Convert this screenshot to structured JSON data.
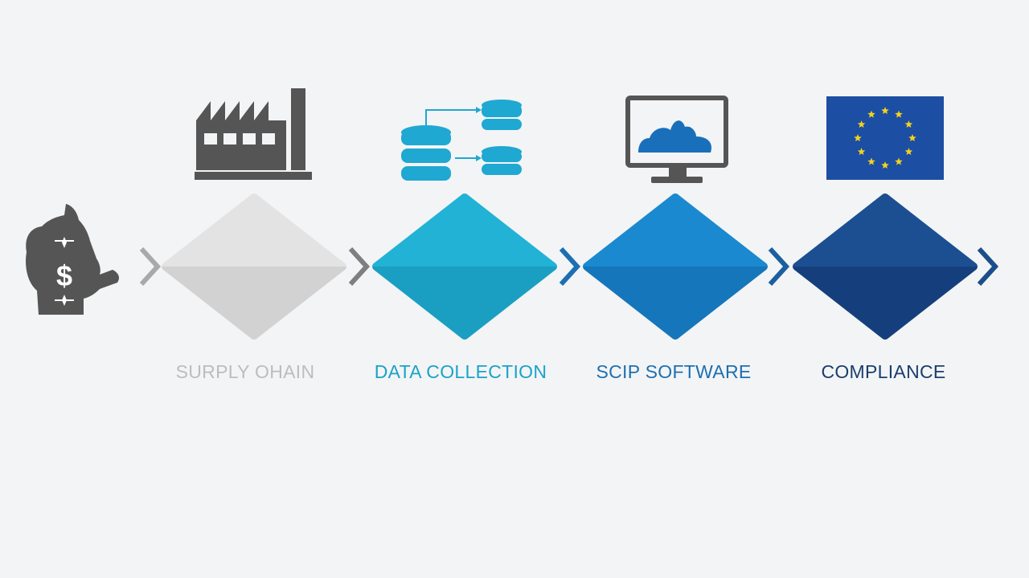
{
  "stages": [
    {
      "label": "SURPLY OHAIN",
      "icon": "factory-icon",
      "color_top": "#e3e3e3",
      "color_bottom": "#d2d2d2",
      "label_color": "#bdbdbd",
      "arrow_color": "#a9a9a9"
    },
    {
      "label": "DATA COLLECTION",
      "icon": "database-network-icon",
      "color_top": "#22b2d6",
      "color_bottom": "#1a9fc2",
      "label_color": "#1aa3c8",
      "arrow_color": "#7f7f7f"
    },
    {
      "label": "SCIP SOFTWARE",
      "icon": "monitor-cloud-icon",
      "color_top": "#1a89d0",
      "color_bottom": "#1576bc",
      "label_color": "#1e6fb0",
      "arrow_color": "#1b6fb3"
    },
    {
      "label": "COMPLIANCE",
      "icon": "eu-flag-icon",
      "color_top": "#1c4f92",
      "color_bottom": "#153f7c",
      "label_color": "#1b3e6e",
      "arrow_color": "#1a5fa0"
    }
  ],
  "final_arrow_color": "#1b4f8a",
  "start_icon": "money-hand-icon",
  "icon_gray": "#555555",
  "db_color": "#1fa8d2",
  "flag_blue": "#1c4ea3",
  "flag_star": "#f4d21c"
}
